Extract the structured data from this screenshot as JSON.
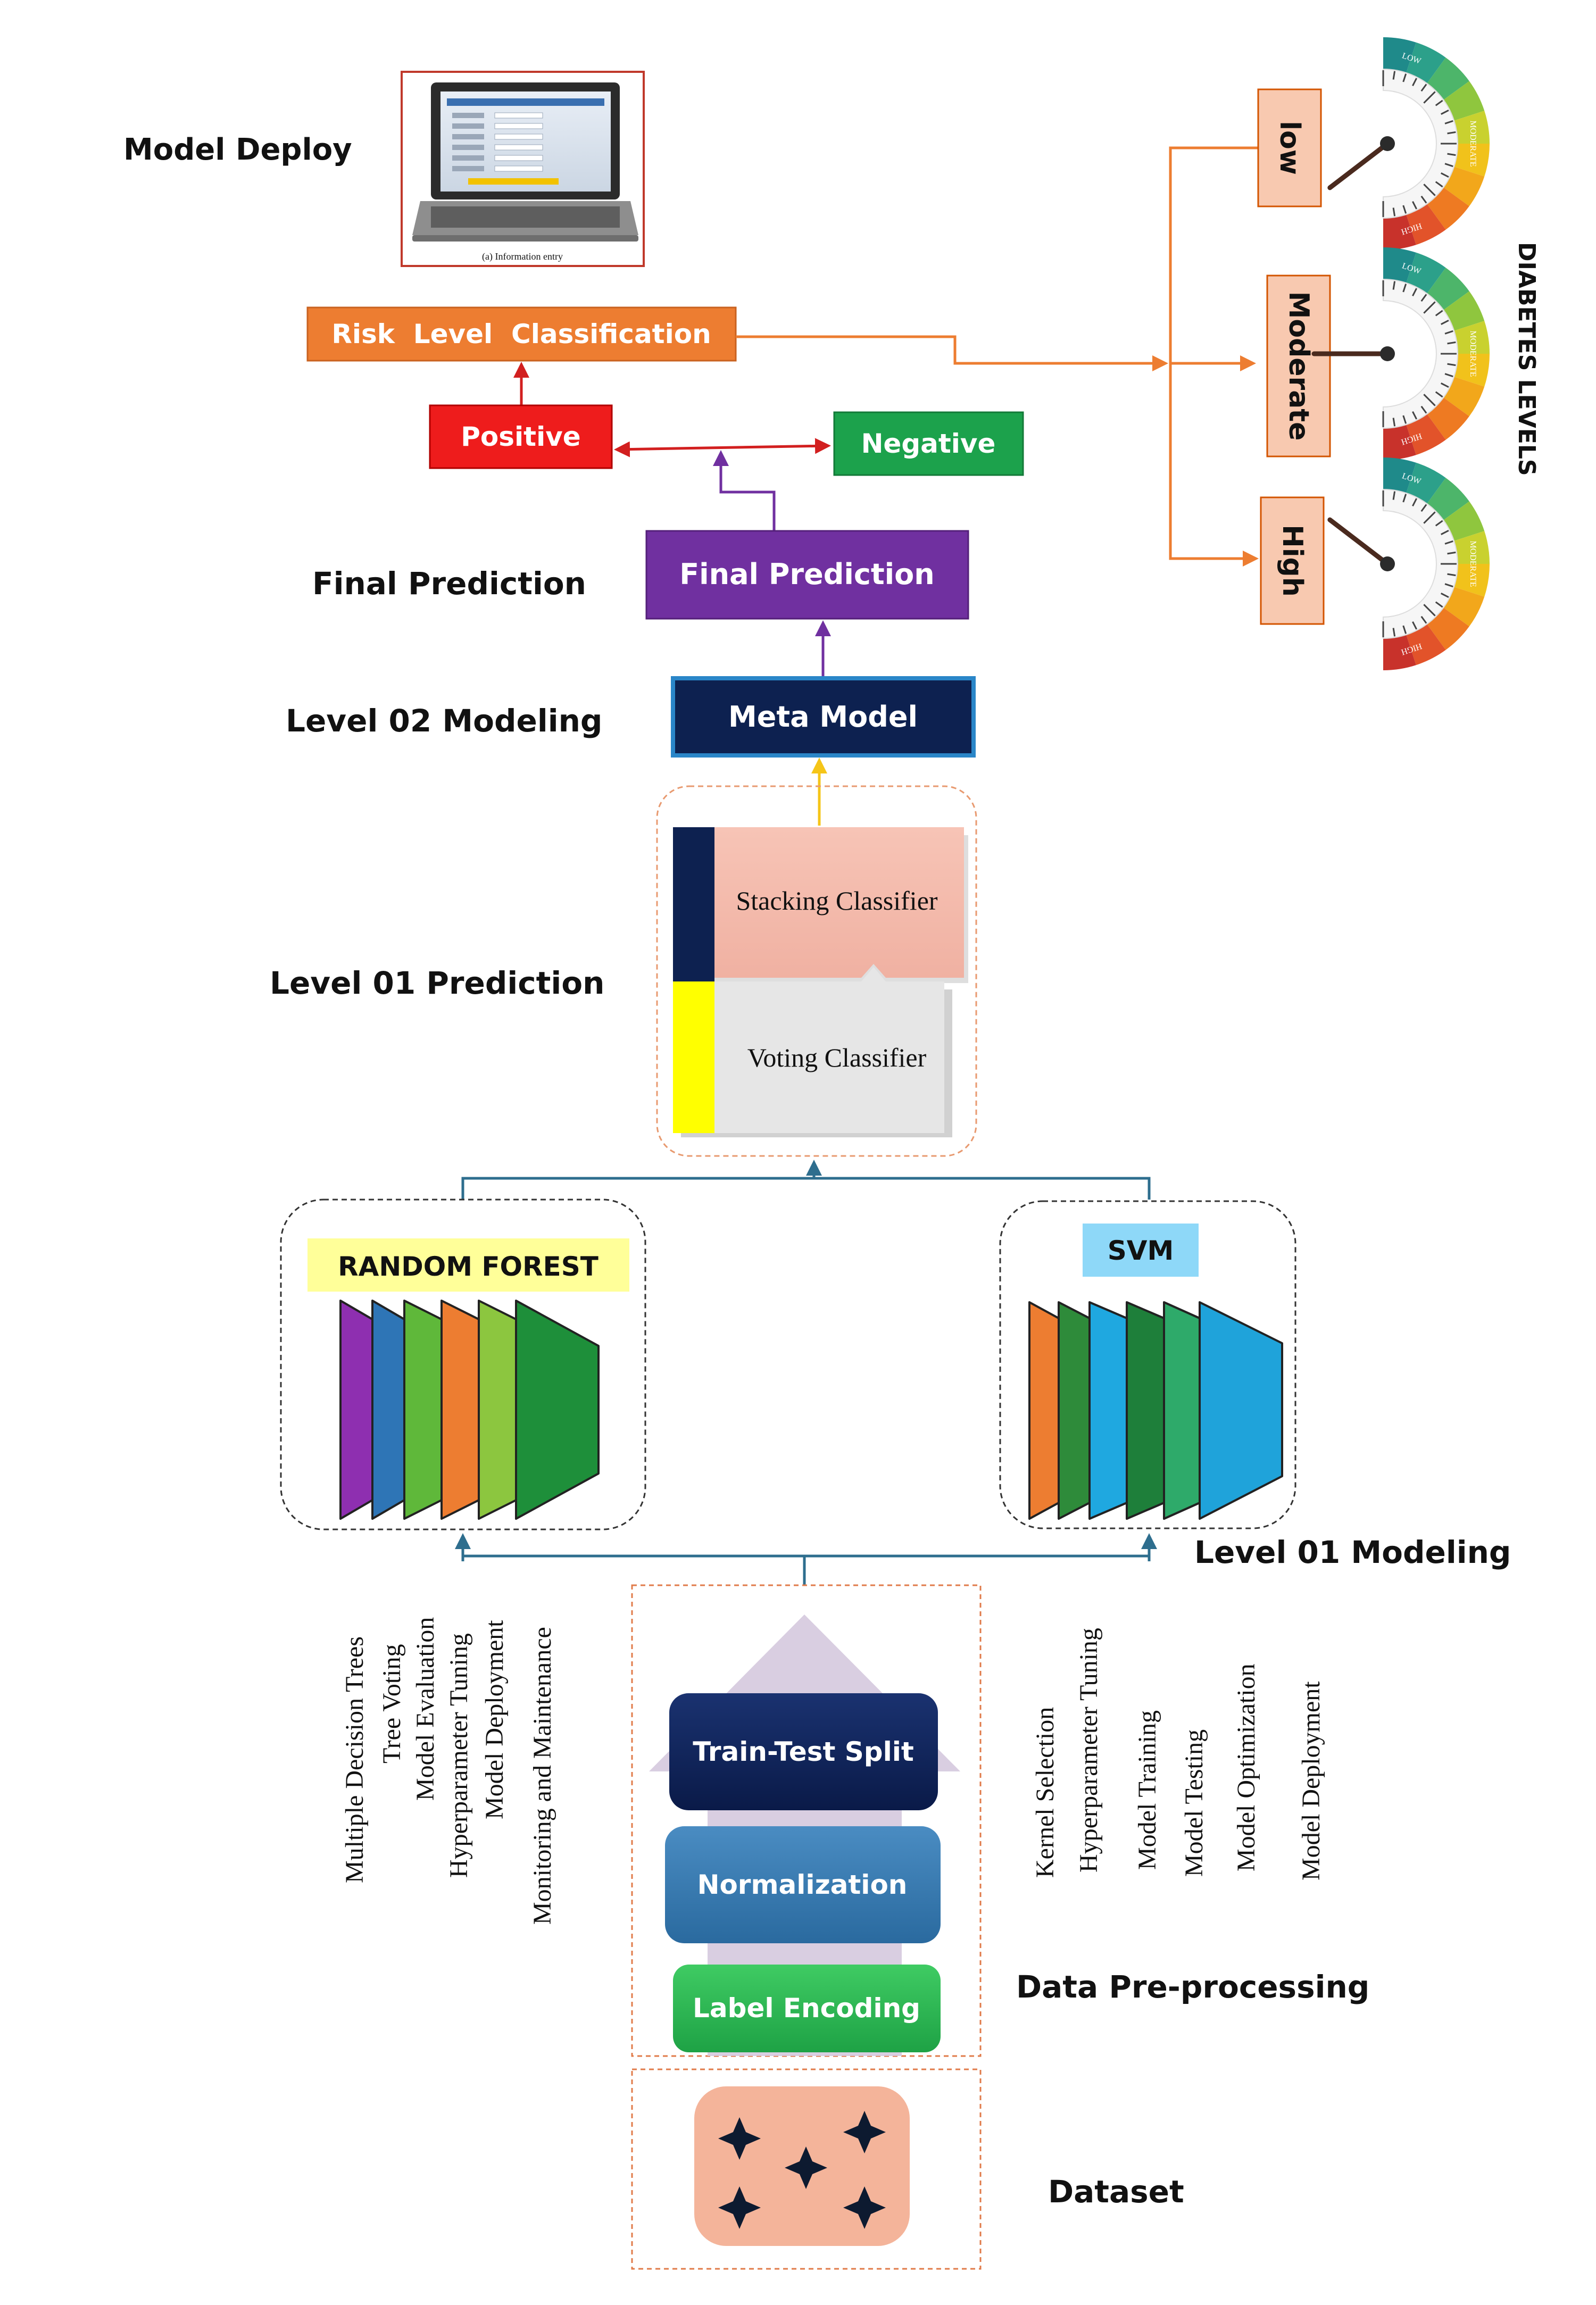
{
  "labels": {
    "model_deploy": "Model Deploy",
    "final_prediction": "Final Prediction",
    "level02_modeling": "Level 02 Modeling",
    "level01_prediction": "Level 01 Prediction",
    "level01_modeling": "Level 01 Modeling",
    "data_preprocessing": "Data Pre-processing",
    "dataset": "Dataset",
    "diabetes_levels": "DIABETES LEVELS"
  },
  "nodes": {
    "risk_level": "Risk  Level  Classification",
    "positive": "Positive",
    "negative": "Negative",
    "final_prediction": "Final Prediction",
    "meta_model": "Meta Model",
    "stacking": "Stacking Classifier",
    "voting": "Voting Classifier",
    "random_forest": "RANDOM FOREST",
    "svm": "SVM",
    "train_test_split": "Train-Test Split",
    "normalization": "Normalization",
    "label_encoding": "Label Encoding"
  },
  "levels": [
    "low",
    "Moderate",
    "High"
  ],
  "gauge_text": {
    "low": "LOW",
    "moderate": "MODERATE",
    "high": "HIGH"
  },
  "laptop_caption": "(a) Information entry",
  "rf_steps": [
    "Multiple Decision Trees",
    "Tree Voting",
    "Model Evaluation",
    "Hyperparameter Tuning",
    "Model Deployment",
    "Monitoring and Maintenance"
  ],
  "svm_steps": [
    "Kernel Selection",
    "Hyperparameter Tuning",
    "Model Training",
    "Model Testing",
    "Model Optimization",
    "Model Deployment"
  ],
  "gauge_needles": [
    {
      "level": "low",
      "value": 0.28
    },
    {
      "level": "Moderate",
      "value": 0.5
    },
    {
      "level": "High",
      "value": 0.72
    }
  ],
  "colors": {
    "orange": "#ED7D31",
    "positive": "#EE1C1C",
    "negative": "#1CA24C",
    "purple": "#7030A0",
    "navy": "#0D2150",
    "peach": "#F4B49A",
    "level_fill": "#F8C9B0",
    "rf_tag": "#FFFF99",
    "svm_tag": "#8ED8F8"
  }
}
